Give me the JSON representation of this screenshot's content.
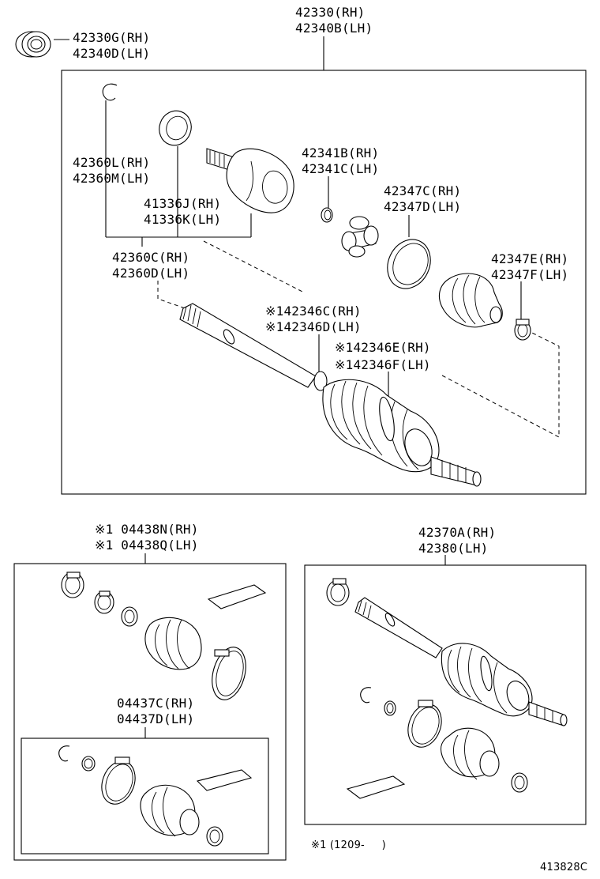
{
  "labels": {
    "shaft_assy_rh": "42330(RH)",
    "shaft_assy_lh": "42340B(LH)",
    "seal_rh": "42330G(RH)",
    "seal_lh": "42340D(LH)",
    "inboard_joint_rh": "42360L(RH)",
    "inboard_joint_lh": "42360M(LH)",
    "dust_seal_rh": "41336J(RH)",
    "dust_seal_lh": "41336K(LH)",
    "shaft_rh": "42360C(RH)",
    "shaft_lh": "42360D(LH)",
    "snap_ring_rh": "42341B(RH)",
    "snap_ring_lh": "42341C(LH)",
    "clamp_rh": "42347C(RH)",
    "clamp_lh": "42347D(LH)",
    "boot_clamp_rh": "42347E(RH)",
    "boot_clamp_lh": "42347F(LH)",
    "inner_boot_rh": "※142346C(RH)",
    "inner_boot_lh": "※142346D(LH)",
    "outer_boot_rh": "※142346E(RH)",
    "outer_boot_lh": "※142346F(LH)",
    "boot_kit_rh": "※1 04438N(RH)",
    "boot_kit_lh": "※1 04438Q(LH)",
    "outer_kit_rh": "04437C(RH)",
    "outer_kit_lh": "04437D(LH)",
    "complete_rh": "42370A(RH)",
    "complete_lh": "42380(LH)",
    "footnote": "※1 (1209-     )",
    "figure_id": "413828C"
  }
}
